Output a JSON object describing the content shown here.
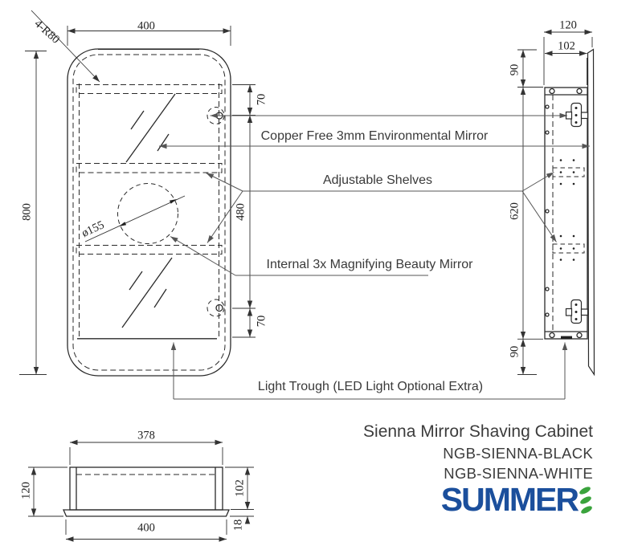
{
  "front_view": {
    "dims": {
      "width": "400",
      "height": "800",
      "corner_radius": "4-R80",
      "hinge_top_offset": "70",
      "hinge_spacing": "480",
      "hinge_bottom_offset": "70",
      "magnifier_diameter": "ø155"
    }
  },
  "side_view": {
    "dims": {
      "depth_total": "120",
      "depth_body": "102",
      "top_overhang": "90",
      "body_span": "620",
      "bottom_overhang": "90"
    }
  },
  "bottom_view": {
    "dims": {
      "inner_width": "378",
      "outer_width": "400",
      "height_total": "120",
      "body_height": "102",
      "trim_height": "18"
    }
  },
  "annotations": {
    "mirror": "Copper Free 3mm Environmental Mirror",
    "shelves": "Adjustable Shelves",
    "magnifier": "Internal 3x Magnifying Beauty Mirror",
    "light": "Light Trough (LED Light Optional Extra)"
  },
  "title_block": {
    "title": "Sienna Mirror Shaving Cabinet",
    "model_black": "NGB-SIENNA-BLACK",
    "model_white": "NGB-SIENNA-WHITE",
    "brand": "SUMMER"
  },
  "colors": {
    "brand_blue": "#1b4f9c",
    "leaf_green": "#3aa33c",
    "line": "#2a2a2a",
    "text": "#3a3a3a"
  }
}
